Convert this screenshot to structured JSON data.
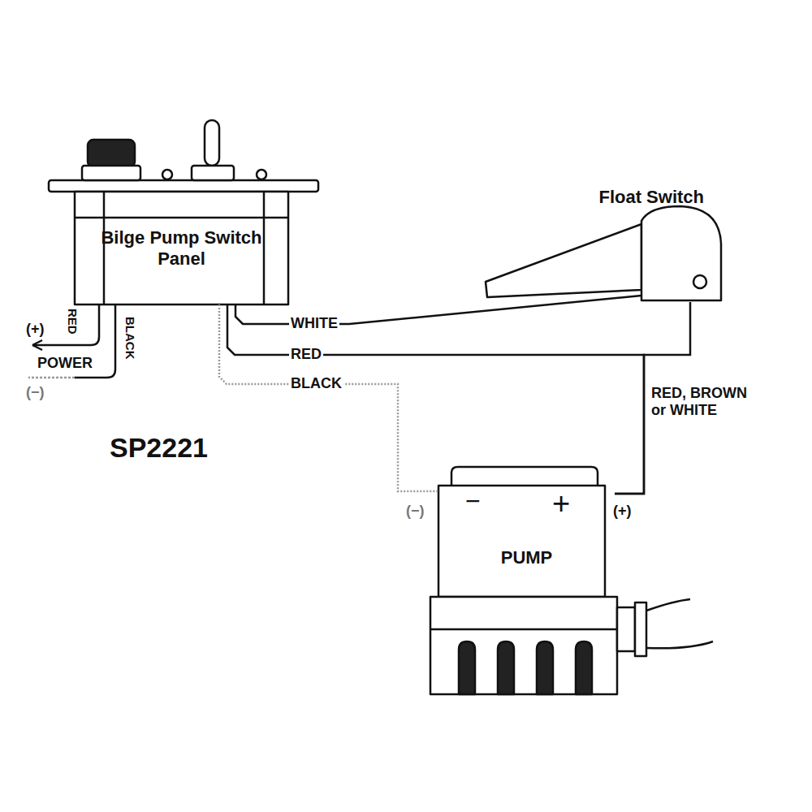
{
  "diagram": {
    "nodes": [
      {
        "text": [
          "Bilge Pump Switch Panel"
        ]
      },
      {
        "text": [
          "Float Switch"
        ]
      },
      {
        "text": [
          "PUMP"
        ]
      }
    ],
    "edges": [
      {
        "from": 0,
        "to": 1,
        "arrow": "none",
        "label": "WHITE"
      },
      {
        "from": 0,
        "to": 2,
        "arrow": "none",
        "label": "RED"
      },
      {
        "from": 0,
        "to": 2,
        "arrow": "none",
        "label": "BLACK"
      },
      {
        "from": 1,
        "to": 2,
        "arrow": "none",
        "label": "RED, BROWN or WHITE"
      }
    ],
    "labels": [
      "(+)",
      "RED",
      "BLACK",
      "POWER",
      "(−)",
      "SP2221",
      "(−)",
      "−",
      "+",
      "(+)"
    ]
  }
}
